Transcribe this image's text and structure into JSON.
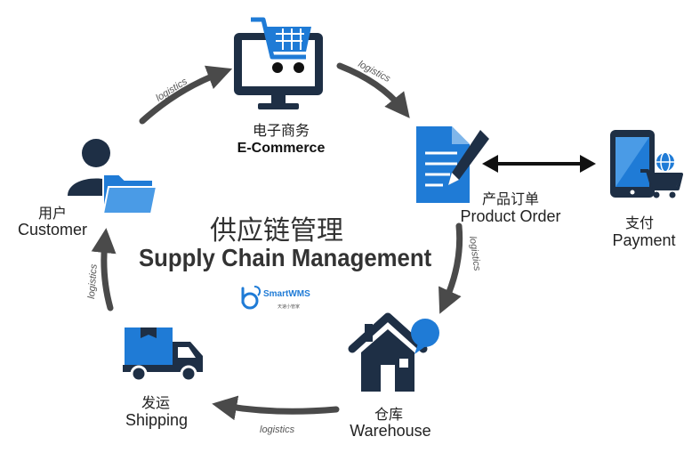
{
  "title": {
    "zh": "供应链管理",
    "en": "Supply Chain Management"
  },
  "logo": {
    "name": "SmartWMS",
    "tagline": "天速小管家"
  },
  "nodes": {
    "ecommerce": {
      "zh": "电子商务",
      "en": "E-Commerce"
    },
    "order": {
      "zh": "产品订单",
      "en": "Product Order"
    },
    "payment": {
      "zh": "支付",
      "en": "Payment"
    },
    "warehouse": {
      "zh": "仓库",
      "en": "Warehouse"
    },
    "shipping": {
      "zh": "发运",
      "en": "Shipping"
    },
    "customer": {
      "zh": "用户",
      "en": "Customer"
    }
  },
  "flows": [
    {
      "from": "customer",
      "to": "ecommerce",
      "label": "logistics"
    },
    {
      "from": "ecommerce",
      "to": "order",
      "label": "logistics"
    },
    {
      "from": "order",
      "to": "warehouse",
      "label": "logistics"
    },
    {
      "from": "warehouse",
      "to": "shipping",
      "label": "logistics"
    },
    {
      "from": "shipping",
      "to": "customer",
      "label": "logistics"
    }
  ],
  "colors": {
    "navy": "#1e2f45",
    "blue": "#1f7bd6",
    "arrow": "#4a4a4a"
  },
  "icons": [
    "monitor-cart-icon",
    "document-pen-icon",
    "tablet-cart-icon",
    "house-chat-icon",
    "delivery-truck-icon",
    "user-folder-icon"
  ]
}
